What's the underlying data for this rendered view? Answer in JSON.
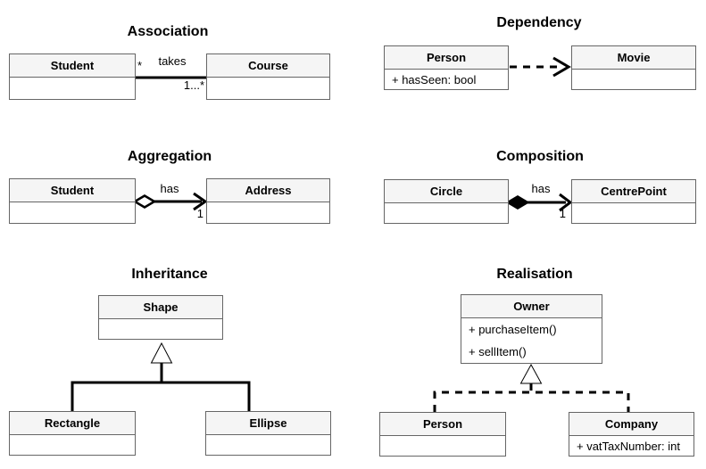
{
  "colors": {
    "background": "#ffffff",
    "box_border": "#666666",
    "box_header_fill": "#f5f5f5",
    "box_body_fill": "#ffffff",
    "connector_color": "#000000",
    "text_color": "#000000"
  },
  "sections": [
    {
      "title": "Association",
      "classes": [
        {
          "name": "Student",
          "members": []
        },
        {
          "name": "Course",
          "members": []
        }
      ],
      "edge": {
        "type": "association",
        "label": "takes",
        "source_multiplicity": "*",
        "target_multiplicity": "1...*"
      }
    },
    {
      "title": "Dependency",
      "classes": [
        {
          "name": "Person",
          "members": [
            "+ hasSeen: bool"
          ]
        },
        {
          "name": "Movie",
          "members": []
        }
      ],
      "edge": {
        "type": "dependency"
      }
    },
    {
      "title": "Aggregation",
      "classes": [
        {
          "name": "Student",
          "members": []
        },
        {
          "name": "Address",
          "members": []
        }
      ],
      "edge": {
        "type": "aggregation",
        "label": "has",
        "target_multiplicity": "1"
      }
    },
    {
      "title": "Composition",
      "classes": [
        {
          "name": "Circle",
          "members": []
        },
        {
          "name": "CentrePoint",
          "members": []
        }
      ],
      "edge": {
        "type": "composition",
        "label": "has",
        "target_multiplicity": "1"
      }
    },
    {
      "title": "Inheritance",
      "classes": [
        {
          "name": "Shape",
          "members": []
        },
        {
          "name": "Rectangle",
          "members": []
        },
        {
          "name": "Ellipse",
          "members": []
        }
      ],
      "edge": {
        "type": "inheritance"
      }
    },
    {
      "title": "Realisation",
      "classes": [
        {
          "name": "Owner",
          "members": [
            "+ purchaseItem()",
            "+ sellItem()"
          ]
        },
        {
          "name": "Person",
          "members": []
        },
        {
          "name": "Company",
          "members": [
            "+ vatTaxNumber: int"
          ]
        }
      ],
      "edge": {
        "type": "realisation"
      }
    }
  ]
}
